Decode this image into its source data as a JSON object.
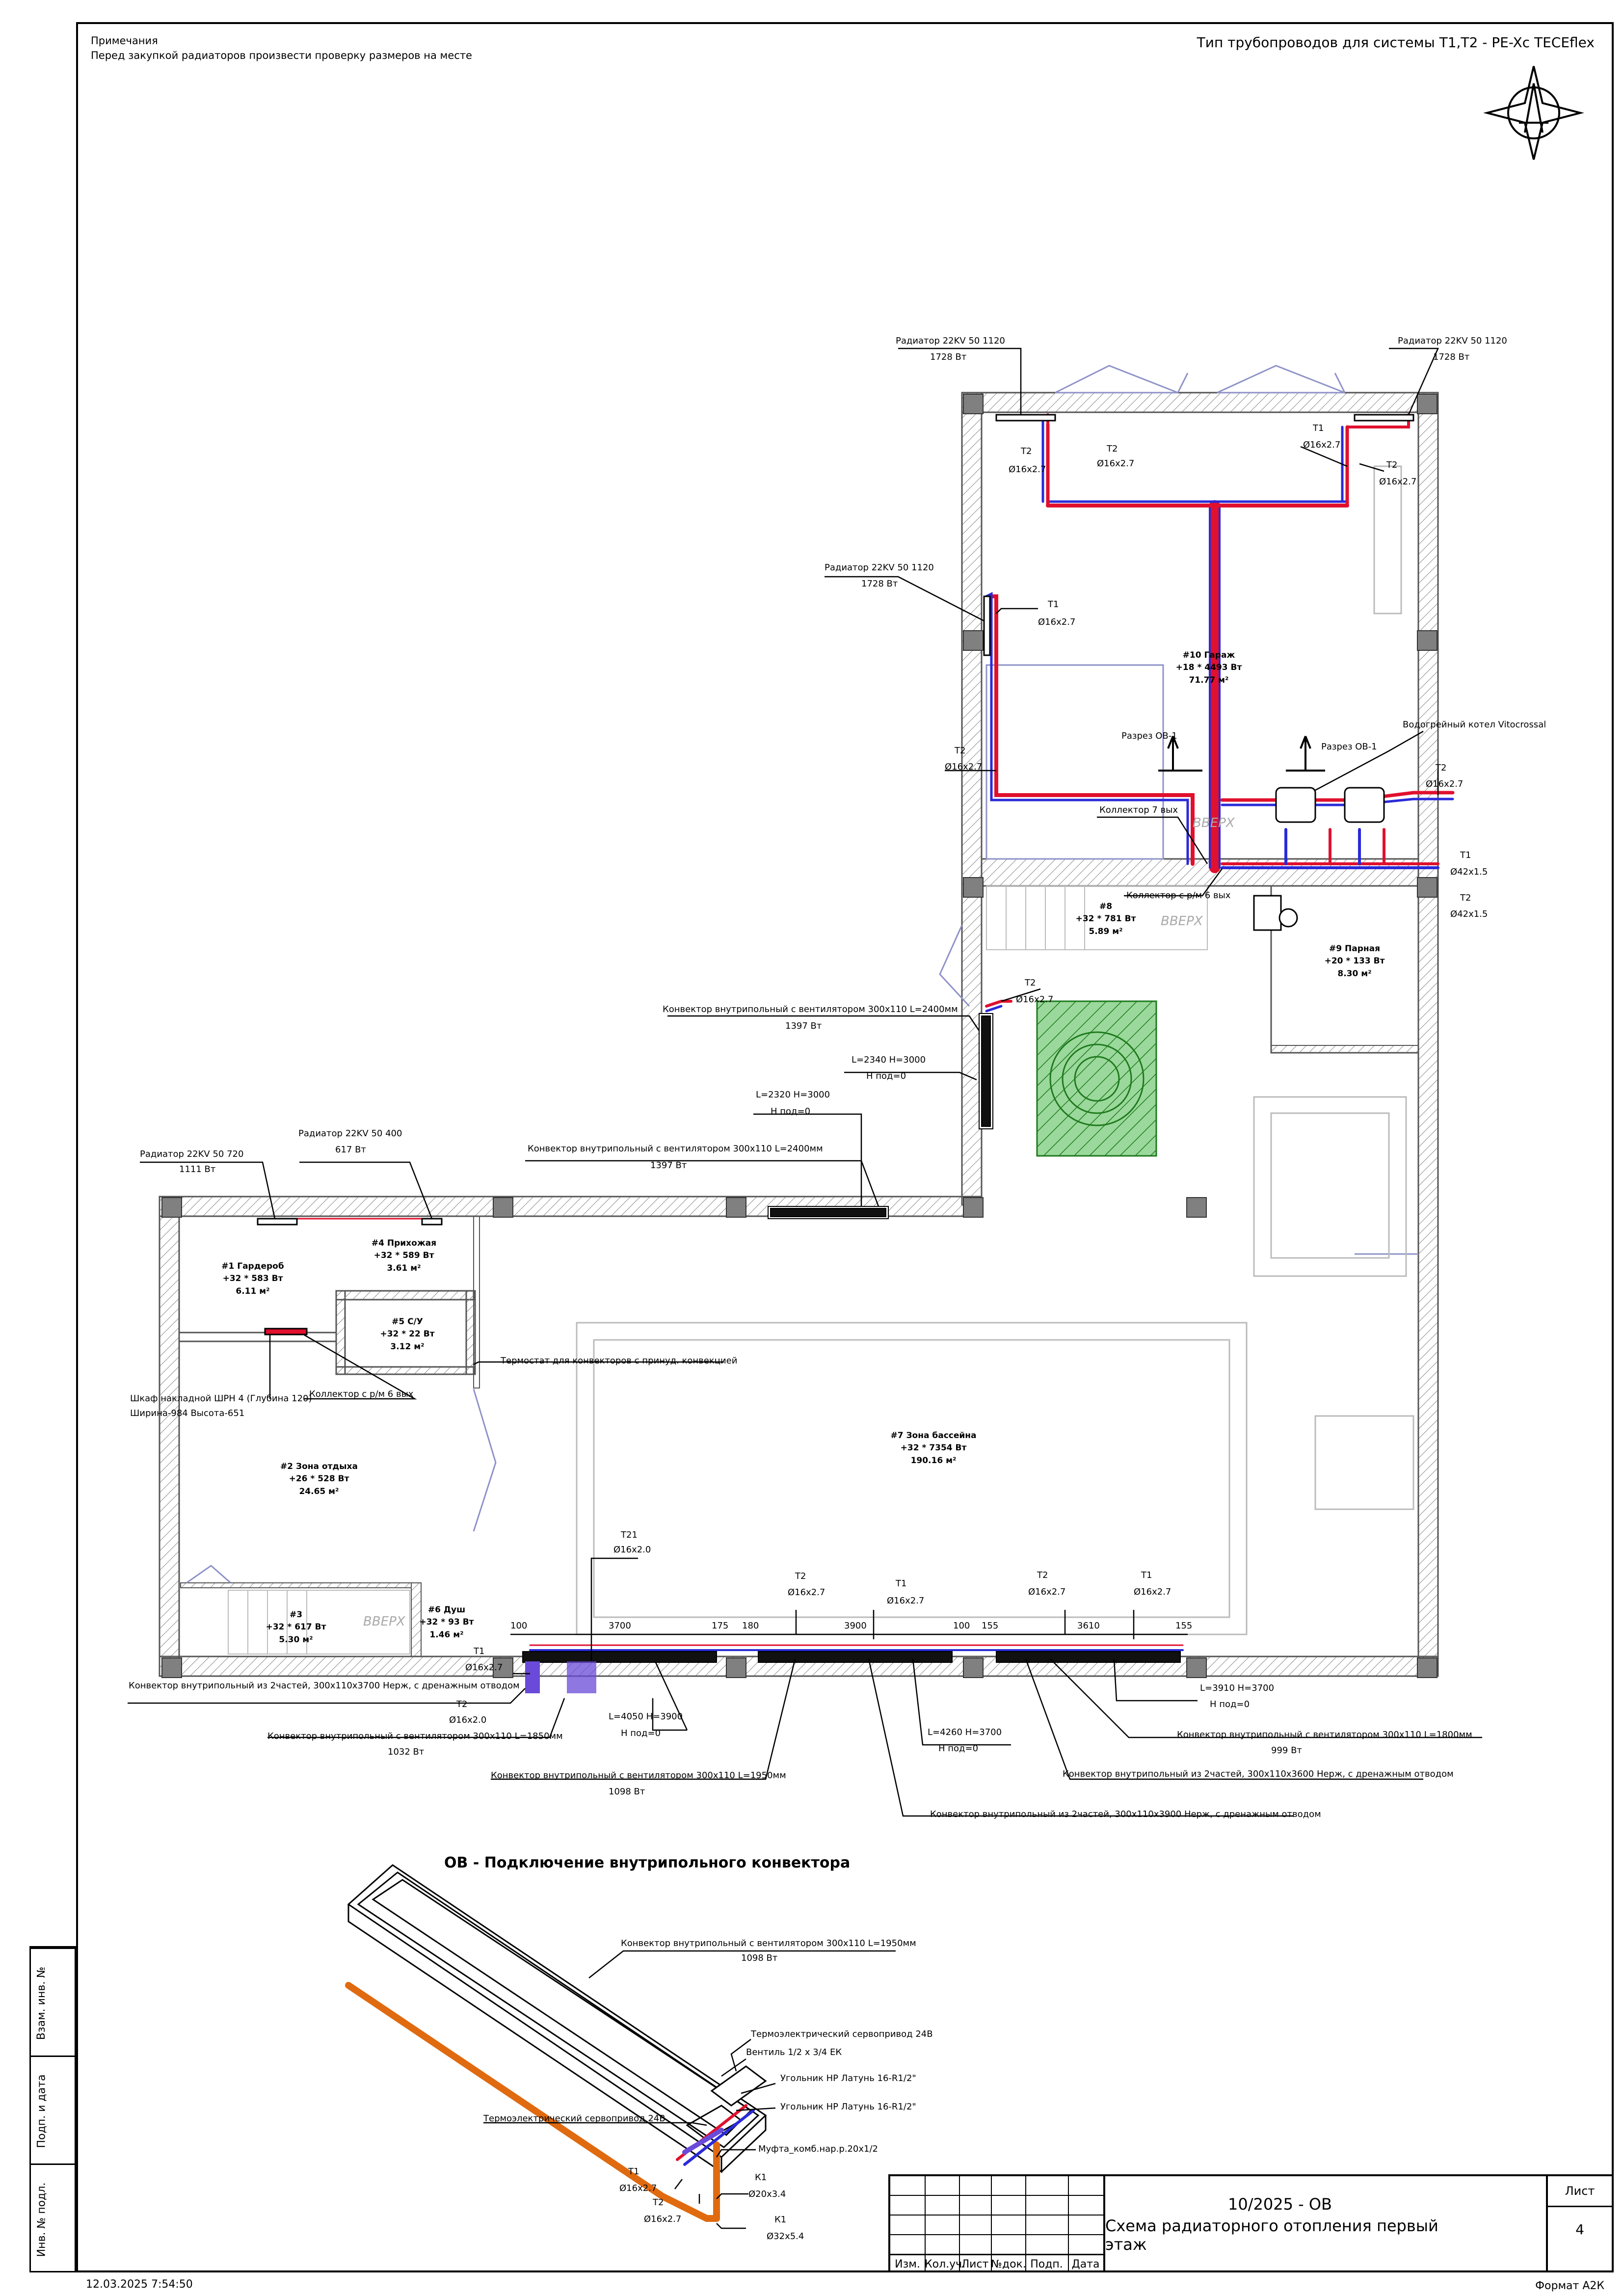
{
  "notes": {
    "title": "Примечания",
    "line1": "Перед закупкой радиаторов произвести проверку размеров на месте"
  },
  "pipe_type": "Тип трубопроводов для системы Т1,Т2 - PE-Xc TECEflex",
  "rooms": [
    {
      "id": "r1",
      "name": "#1 Гардероб",
      "spec": "+32 * 583 Вт",
      "area": "6.11 м²"
    },
    {
      "id": "r2",
      "name": "#2 Зона отдыха",
      "spec": "+26 * 528 Вт",
      "area": "24.65 м²"
    },
    {
      "id": "r3",
      "name": "#3",
      "spec": "+32 * 617 Вт",
      "area": "5.30 м²"
    },
    {
      "id": "r4",
      "name": "#4 Прихожая",
      "spec": "+32 * 589 Вт",
      "area": "3.61 м²"
    },
    {
      "id": "r5",
      "name": "#5 С/У",
      "spec": "+32 * 22 Вт",
      "area": "3.12 м²"
    },
    {
      "id": "r6",
      "name": "#6 Душ",
      "spec": "+32 * 93 Вт",
      "area": "1.46 м²"
    },
    {
      "id": "r7",
      "name": "#7 Зона бассейна",
      "spec": "+32 * 7354 Вт",
      "area": "190.16 м²"
    },
    {
      "id": "r8",
      "name": "#8",
      "spec": "+32 * 781 Вт",
      "area": "5.89 м²"
    },
    {
      "id": "r9",
      "name": "#9 Парная",
      "spec": "+20 * 133 Вт",
      "area": "8.30 м²"
    },
    {
      "id": "r10",
      "name": "#10 Гараж",
      "spec": "+18 * 4493 Вт",
      "area": "71.77 м²"
    }
  ],
  "labels": {
    "rad_tl": "Радиатор 22KV 50 1120",
    "rad_tl_w": "1728 Вт",
    "rad_tr": "Радиатор 22KV 50 1120",
    "rad_tr_w": "1728 Вт",
    "rad_ml": "Радиатор 22KV 50 1120",
    "rad_ml_w": "1728 Вт",
    "rad_gard": "Радиатор 22KV 50 720",
    "rad_gard_w": "1111 Вт",
    "rad_pr": "Радиатор 22KV 50 400",
    "rad_pr_w": "617 Вт",
    "t2a": "Т2",
    "t2a_d": "Ø16х2.7",
    "t2b": "Т2",
    "t2b_d": "Ø16х2.7",
    "t1a": "Т1",
    "t1a_d": "Ø16х2.7",
    "t2c": "Т2",
    "t2c_d": "Ø16х2.7",
    "t1b": "Т1",
    "t1b_d": "Ø16х2.7",
    "t2d": "Т2",
    "t2d_d": "Ø16х2.7",
    "t2e": "Т2",
    "t2e_d": "Ø16х2.7",
    "t1e": "Т1",
    "t1e_d": "Ø42х1.5",
    "t2f": "Т2",
    "t2f_d": "Ø42х1.5",
    "t2g": "Т2",
    "t2g_d": "Ø16х2.7",
    "boiler": "Водогрейный котел Vitocrossal",
    "section1": "Разрез ОВ-1",
    "section2": "Разрез ОВ-1",
    "coll_7": "Коллектор 7 вых",
    "coll_6": "Коллектор с р/м 6 вых",
    "up1": "ВВЕРХ",
    "up2": "ВВЕРХ",
    "up3": "ВВЕРХ",
    "conv_a": "Конвектор внутрипольный с вентилятором 300х110 L=2400мм",
    "conv_a_w": "1397 Вт",
    "l2340": "L=2340 H=3000",
    "l2340_h": "H под=0",
    "l2320": "L=2320 H=3000",
    "l2320_h": "H под=0",
    "conv_b": "Конвектор внутрипольный с вентилятором 300х110 L=2400мм",
    "conv_b_w": "1397 Вт",
    "thermostat": "Термостат для конвекторов с принуд. конвекцией",
    "coll_rm": "Коллектор с р/м 6 вых",
    "cabinet": "Шкаф накладной ШРН 4 (Глубина 120)",
    "cabinet_dim": "Ширина-984 Высота-651",
    "t21": "Т21",
    "t21_d": "Ø16х2.0",
    "d100": "100",
    "d3700": "3700",
    "d175": "175",
    "d180": "180",
    "d3900": "3900",
    "d100b": "100",
    "d155a": "155",
    "d3610": "3610",
    "d155b": "155",
    "bt2a": "Т2",
    "bt2a_d": "Ø16х2.7",
    "bt1a": "Т1",
    "bt1a_d": "Ø16х2.7",
    "bt2b": "Т2",
    "bt2b_d": "Ø16х2.7",
    "bt1b": "Т1",
    "bt1b_d": "Ø16х2.7",
    "lt1": "Т1",
    "lt1_d": "Ø16х2.7",
    "lt2": "Т2",
    "lt2_d": "Ø16х2.0",
    "conv_c": "Конвектор внутрипольный из 2частей, 300х110х3700 Нерж, с дренажным отводом",
    "conv_d": "Конвектор внутрипольный с вентилятором 300х110 L=1850мм",
    "conv_d_w": "1032 Вт",
    "l4050": "L=4050 H=3900",
    "l4050_h": "H под=0",
    "conv_e": "Конвектор внутрипольный с вентилятором 300х110 L=1950мм",
    "conv_e_w": "1098 Вт",
    "l4260": "L=4260 H=3700",
    "l4260_h": "H под=0",
    "conv_f": "Конвектор внутрипольный из 2частей, 300х110х3900 Нерж, с дренажным отводом",
    "l3910": "L=3910 H=3700",
    "l3910_h": "H под=0",
    "conv_g": "Конвектор внутрипольный с вентилятором 300х110 L=1800мм",
    "conv_g_w": "999 Вт",
    "conv_h": "Конвектор внутрипольный из 2частей, 300х110х3600 Нерж, с дренажным отводом"
  },
  "detail": {
    "title": "ОВ - Подключение внутрипольного конвектора",
    "conv": "Конвектор внутрипольный с вентилятором 300х110 L=1950мм",
    "conv_w": "1098 Вт",
    "servo1": "Термоэлектрический сервопривод 24В",
    "valve": "Вентиль 1/2 х 3/4 ЕК",
    "fit1": "Угольник НР Латунь 16-R1/2\"",
    "fit2": "Угольник НР Латунь 16-R1/2\"",
    "servo2": "Термоэлектрический сервопривод 24В",
    "coupling": "Муфта_комб.нар.р.20х1/2",
    "t1": "Т1",
    "t1_d": "Ø16х2.7",
    "t2": "Т2",
    "t2_d": "Ø16х2.7",
    "k1a": "К1",
    "k1a_d": "Ø20х3.4",
    "k1b": "К1",
    "k1b_d": "Ø32х5.4"
  },
  "stamp": {
    "side": [
      "Взам. инв. №",
      "Подп. и дата",
      "Инв. № подл."
    ],
    "headers": [
      "Изм.",
      "Кол.уч.",
      "Лист",
      "№док.",
      "Подп.",
      "Дата"
    ],
    "code": "10/2025 - ОВ",
    "name": "Схема радиаторного отопления первый этаж",
    "sheet_label": "Лист",
    "sheet_no": "4",
    "date": "12.03.2025 7:54:50",
    "format": "Формат А2К"
  },
  "colors": {
    "supply": "#e0102e",
    "return": "#2a2ad8",
    "wall": "#999999",
    "green": "#2e9b2e",
    "orange": "#e06a10",
    "purple": "#6a4ad8"
  }
}
